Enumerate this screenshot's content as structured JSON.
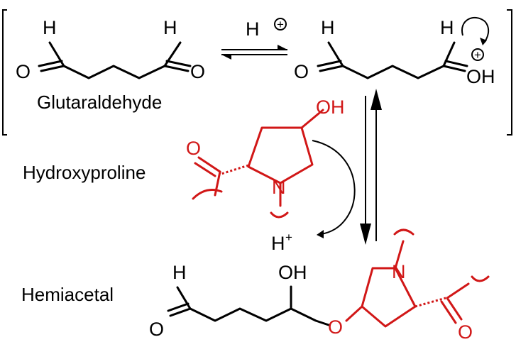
{
  "colors": {
    "ink": "#000000",
    "accent": "#d11717"
  },
  "labels": {
    "glutaraldehyde": "Glutaraldehyde",
    "hydroxyproline": "Hydroxyproline",
    "hemiacetal": "Hemiacetal"
  },
  "atoms": {
    "h": "H",
    "o": "O",
    "oh": "OH",
    "n": "N",
    "plus": "+",
    "charge": "+"
  }
}
